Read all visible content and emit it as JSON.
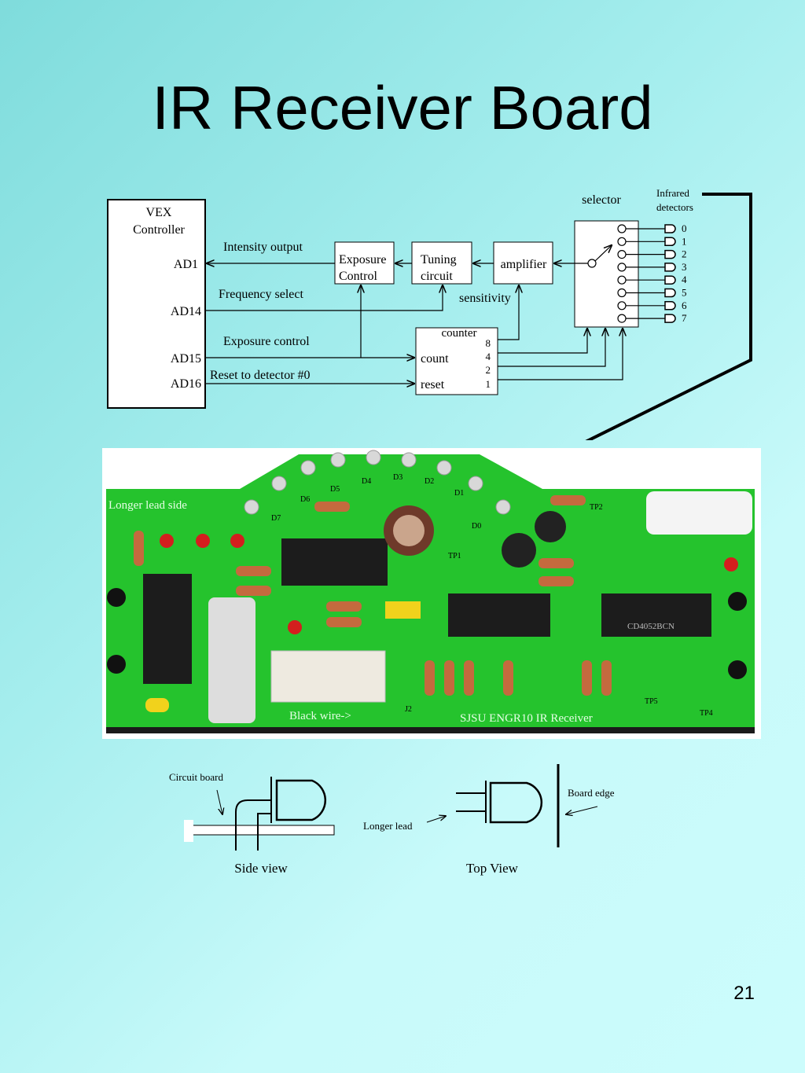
{
  "slide": {
    "title": "IR Receiver Board",
    "page_number": "21"
  },
  "diagram": {
    "vex_title_1": "VEX",
    "vex_title_2": "Controller",
    "ports": [
      "AD1",
      "AD14",
      "AD15",
      "AD16"
    ],
    "signals": [
      "Intensity output",
      "Frequency select",
      "Exposure control",
      "Reset to detector #0"
    ],
    "exposure_1": "Exposure",
    "exposure_2": "Control",
    "tuning_1": "Tuning",
    "tuning_2": "circuit",
    "amplifier": "amplifier",
    "sensitivity": "sensitivity",
    "counter_title": "counter",
    "counter_count": "count",
    "counter_reset": "reset",
    "counter_bits": [
      "8",
      "4",
      "2",
      "1"
    ],
    "selector": "selector",
    "detectors_1": "Infrared",
    "detectors_2": "detectors",
    "detector_numbers": [
      "0",
      "1",
      "2",
      "3",
      "4",
      "5",
      "6",
      "7"
    ]
  },
  "photo": {
    "silkscreen_left": "Longer lead side",
    "silkscreen_bottom": "Black wire->",
    "silkscreen_bottom_right": "SJSU ENGR10 IR Receiver",
    "chip_label_1": "CD4052BCN",
    "designators": [
      "D1",
      "D2",
      "D3",
      "D4",
      "D5",
      "D6",
      "D7",
      "D0",
      "J2",
      "TP1",
      "TP2",
      "TP4",
      "TP5"
    ]
  },
  "led_views": {
    "circuit_board": "Circuit board",
    "side_view": "Side view",
    "longer_lead": "Longer lead",
    "board_edge": "Board edge",
    "top_view": "Top View"
  }
}
